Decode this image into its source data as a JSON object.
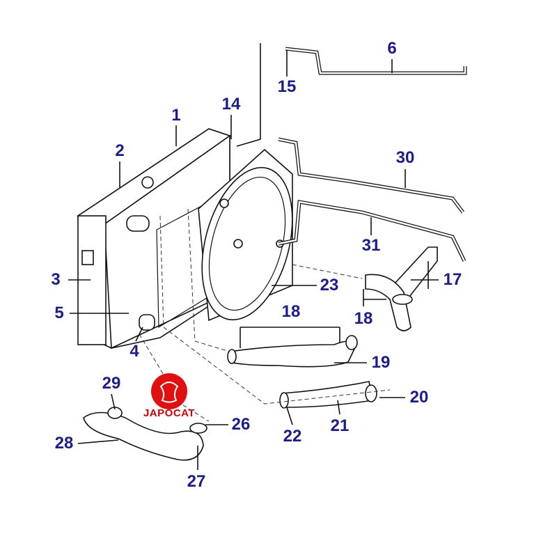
{
  "diagram": {
    "title": "Radiator and cooling hoses parts diagram",
    "label_color": "#1c1c8a",
    "logo_color": "#e01010",
    "watermark": "JAPOCAT",
    "callouts": [
      "1",
      "2",
      "3",
      "4",
      "5",
      "6",
      "14",
      "15",
      "17",
      "18",
      "18",
      "19",
      "20",
      "21",
      "22",
      "23",
      "26",
      "27",
      "28",
      "29",
      "30",
      "31"
    ]
  },
  "logo": {
    "text": "JAPOCAT"
  }
}
